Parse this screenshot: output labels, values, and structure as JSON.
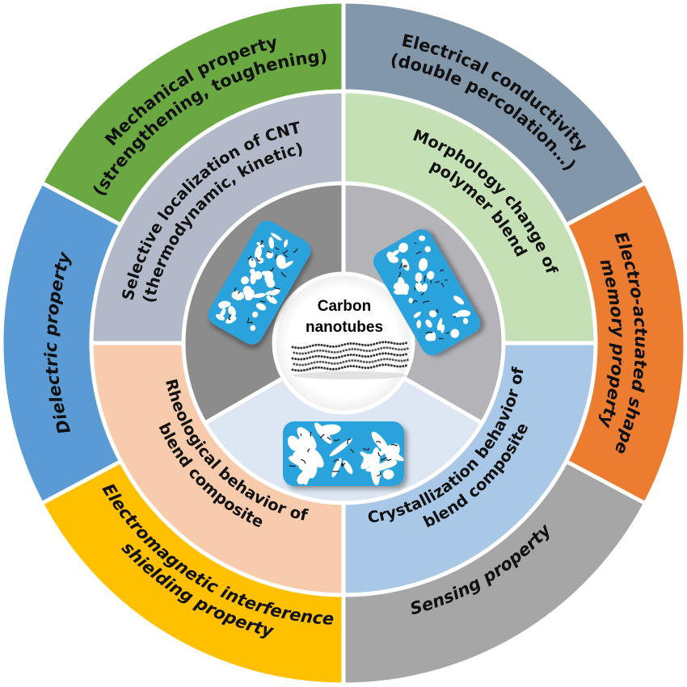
{
  "colors": {
    "mechanical": "#6aa842",
    "electrical": "#8397ab",
    "electro_actuated": "#ec7c30",
    "sensing": "#a6a6a6",
    "emi": "#ffc000",
    "dielectric": "#5b9bd5",
    "inner_localization": "#b2b9c8",
    "inner_morphology": "#c5e0b4",
    "inner_crystallization": "#a9c8e8",
    "inner_rheological": "#f8cbad",
    "hub_left": "#8c8c8c",
    "hub_right": "#b3b3b8",
    "hub_bottom": "#dde7f3",
    "center_title": "#e8131b",
    "composite_blue": "#2ba3dc"
  },
  "center": {
    "title_line1": "Carbon",
    "title_line2": "nanotubes"
  },
  "outer_ring": {
    "mechanical": {
      "line1": "Mechanical property",
      "line2": "(strengthening, toughening)"
    },
    "electrical": {
      "line1": "Electrical conductivity",
      "line2": "(double percolation…)"
    },
    "electro_actuated": {
      "line1": "Electro-actuated shape",
      "line2": "memory property"
    },
    "sensing": {
      "line1": "Sensing property"
    },
    "emi": {
      "line1": "Electromagnetic interference",
      "line2": "shielding property"
    },
    "dielectric": {
      "line1": "Dielectric property"
    }
  },
  "inner_ring": {
    "localization": {
      "line1": "Selective localization of CNT",
      "line2": "(thermodynamic, kinetic)"
    },
    "morphology": {
      "line1": "Morphology change of",
      "line2": "polymer blend"
    },
    "crystallization": {
      "line1": "Crystallization behavior of",
      "line2": "blend composite"
    },
    "rheological": {
      "line1": "Rheological behavior of",
      "line2": "blend composite"
    }
  }
}
